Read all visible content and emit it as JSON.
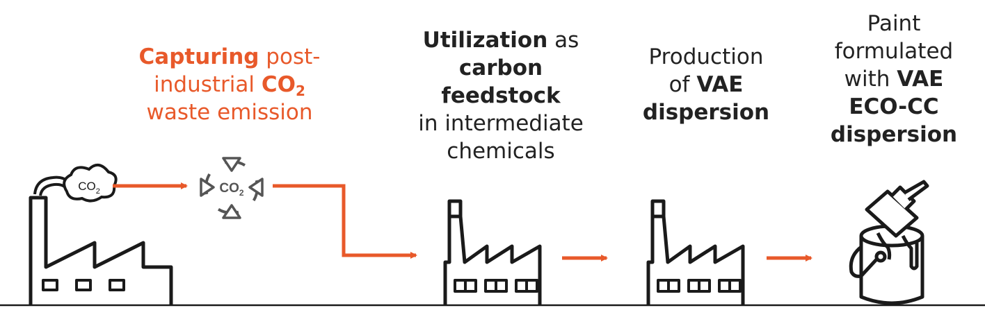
{
  "colors": {
    "accent": "#e8592a",
    "ink": "#1a1a1a",
    "text": "#222222",
    "icon_gray": "#555555"
  },
  "steps": {
    "capture": {
      "bold": "Capturing",
      "rest1": " post-",
      "line2_pre": "industrial ",
      "co": "CO",
      "sub": "2",
      "line3": "waste emission"
    },
    "utilization": {
      "bold1": "Utilization",
      "rest1": " as",
      "bold2": "carbon feedstock",
      "line3": "in intermediate",
      "line4": "chemicals"
    },
    "production": {
      "line1": "Production",
      "pre2": "of ",
      "bold2": "VAE",
      "bold3": "dispersion"
    },
    "paint": {
      "line1": "Paint",
      "line2": "formulated",
      "pre3": "with ",
      "bold3": "VAE",
      "bold4": "ECO-CC",
      "bold5": "dispersion"
    }
  },
  "icons": {
    "smoke_label": "CO",
    "smoke_sub": "2",
    "cycle_label": "CO",
    "cycle_sub": "2"
  }
}
